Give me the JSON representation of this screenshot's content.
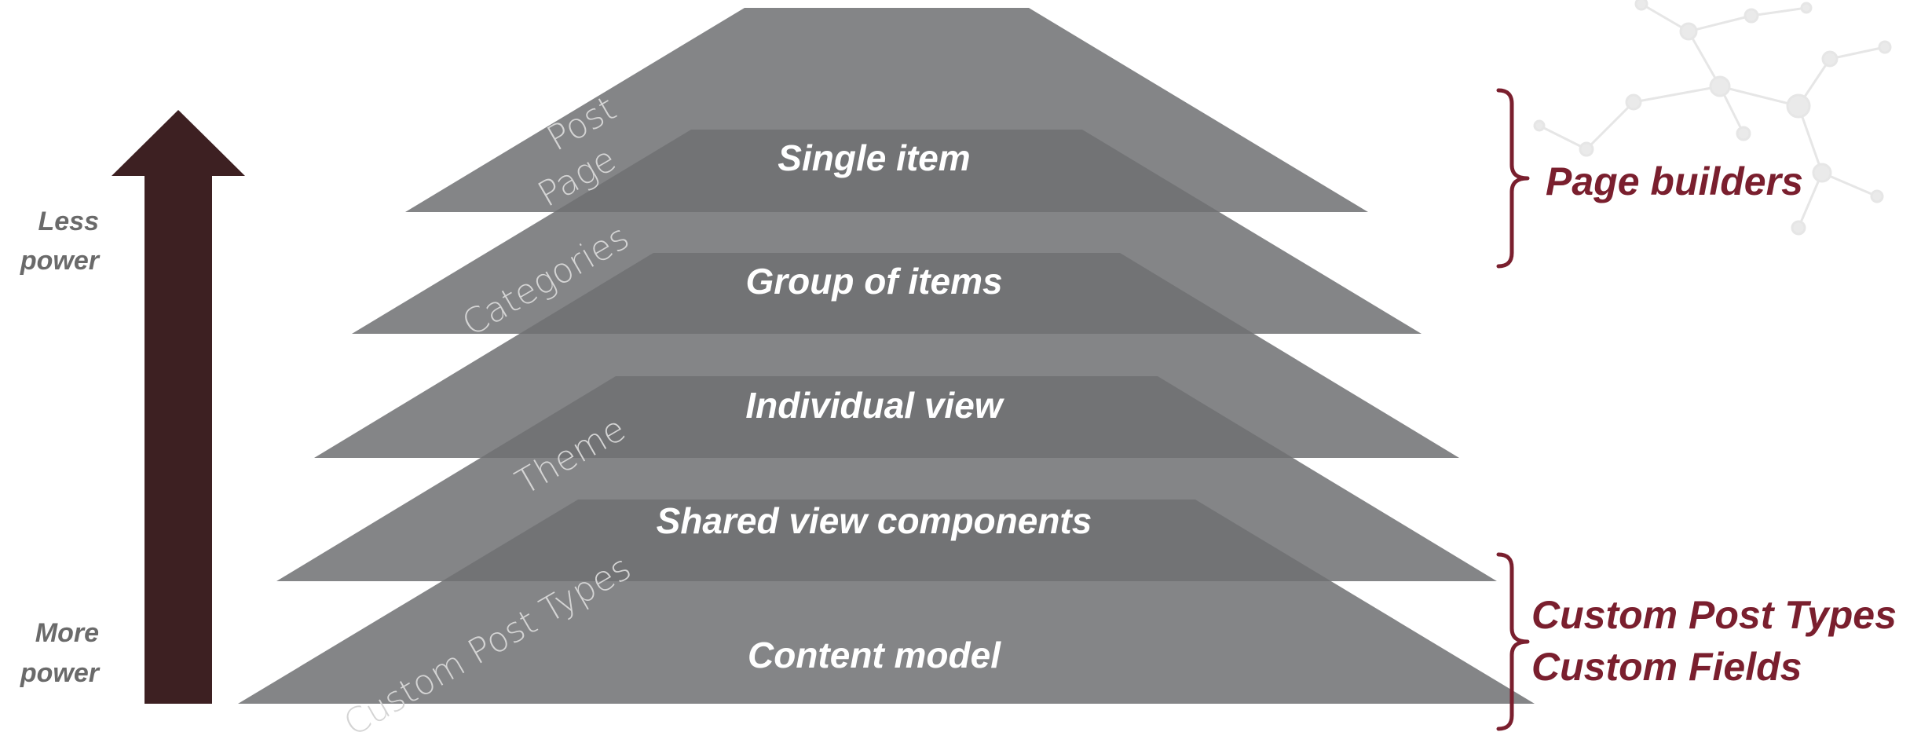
{
  "layers": [
    {
      "label": "Single item"
    },
    {
      "label": "Group of items"
    },
    {
      "label": "Individual view"
    },
    {
      "label": "Shared view components"
    },
    {
      "label": "Content model"
    }
  ],
  "side_labels": {
    "post": "Post",
    "page": "Page",
    "categories": "Categories",
    "theme": "Theme",
    "custom_post_types": "Custom Post Types"
  },
  "arrow": {
    "top_label_1": "Less",
    "top_label_2": "power",
    "bottom_label_1": "More",
    "bottom_label_2": "power"
  },
  "brackets": {
    "page_builders": "Page builders",
    "custom_post_types": "Custom Post Types",
    "custom_fields": "Custom Fields"
  },
  "colors": {
    "layer_fill": "#6f7072",
    "arrow": "#3d2022",
    "accent": "#7a1f2e",
    "muted_text": "#6a6a6a",
    "light_text": "#d4d4d4"
  }
}
